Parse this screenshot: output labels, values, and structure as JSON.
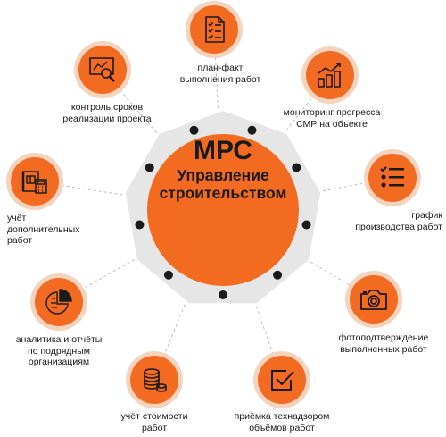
{
  "center": {
    "title": "МРС",
    "subtitle_line1": "Управление",
    "subtitle_line2": "строительством"
  },
  "colors": {
    "accent": "#f26b21",
    "ring": "#f5d4bf",
    "polygon": "#e6e6e6",
    "dots": "#1a1a1a"
  },
  "features": [
    {
      "id": "plan-fact",
      "icon": "checklist-document-icon",
      "lines": [
        "план-факт",
        "выполнения работ"
      ]
    },
    {
      "id": "monitoring",
      "icon": "bar-growth-chart-icon",
      "lines": [
        "мониторинг прогресса",
        "СМР на объекте"
      ]
    },
    {
      "id": "schedule",
      "icon": "task-list-icon",
      "lines": [
        "график",
        "производства работ"
      ]
    },
    {
      "id": "photo",
      "icon": "camera-icon",
      "lines": [
        "фотоподтверждение",
        "выполненных работ"
      ]
    },
    {
      "id": "acceptance",
      "icon": "checkbox-icon",
      "lines": [
        "приёмка технадзором",
        "объёмов работ"
      ]
    },
    {
      "id": "cost",
      "icon": "coin-stack-icon",
      "lines": [
        "учёт стоимости",
        "работ"
      ]
    },
    {
      "id": "analytics",
      "icon": "pie-chart-icon",
      "lines": [
        "аналитика и отчёты",
        "по подрядным",
        "организациям"
      ]
    },
    {
      "id": "extra-works",
      "icon": "blueprint-calculator-icon",
      "lines": [
        "учёт",
        "дополнительных",
        "работ"
      ]
    },
    {
      "id": "deadlines",
      "icon": "magnifier-chart-icon",
      "lines": [
        "контроль сроков",
        "реализации проекта"
      ]
    }
  ]
}
